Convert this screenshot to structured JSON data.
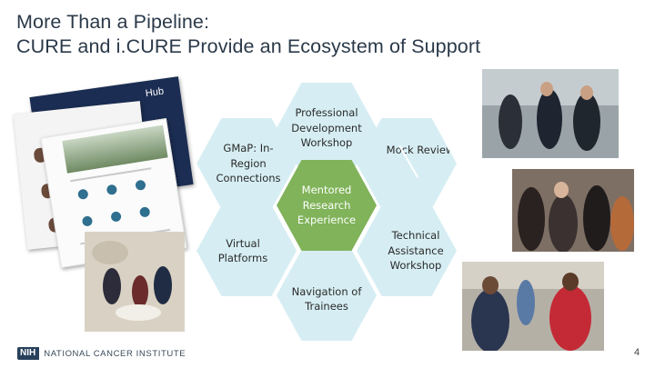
{
  "slide": {
    "title_line1": "More Than a Pipeline:",
    "title_line2": "CURE and i.CURE Provide an Ecosystem of Support",
    "page_number": "4"
  },
  "collage": {
    "hub_text": "Hub"
  },
  "ecosystem": {
    "center": "Mentored Research Experience",
    "nodes": [
      {
        "id": "professional-development",
        "label": "Professional Development Workshop"
      },
      {
        "id": "mock-review",
        "label": "Mock Review"
      },
      {
        "id": "technical-assistance",
        "label": "Technical Assistance Workshop"
      },
      {
        "id": "navigation-of-trainees",
        "label": "Navigation of Trainees"
      },
      {
        "id": "virtual-platforms",
        "label": "Virtual Platforms"
      },
      {
        "id": "gmap",
        "label": "GMaP: In-Region Connections"
      }
    ],
    "colors": {
      "outer": "#d6eef3",
      "center": "#80b35a"
    }
  },
  "footer": {
    "nih_mark": "NIH",
    "institute": "NATIONAL CANCER INSTITUTE"
  }
}
